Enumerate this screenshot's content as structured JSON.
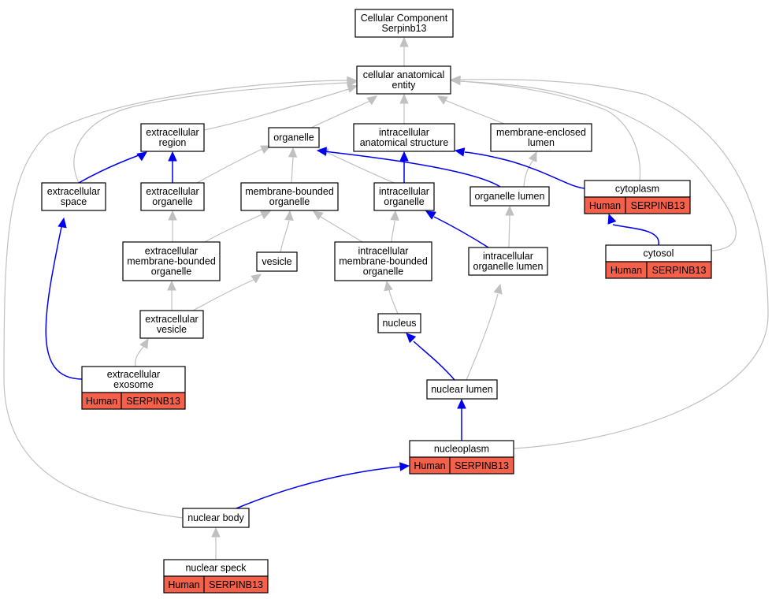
{
  "diagram": {
    "title_lines": [
      "Cellular Component",
      "Serpinb13"
    ],
    "colors": {
      "is_a_edge": "#c0c0c0",
      "part_of_edge": "#0000ee",
      "annotation_fill": "#f4604a",
      "node_fill": "#ffffff",
      "node_border": "#000000"
    },
    "nodes": [
      {
        "id": "root",
        "lines": [
          "Cellular Component",
          "Serpinb13"
        ]
      },
      {
        "id": "cae",
        "lines": [
          "cellular anatomical",
          "entity"
        ]
      },
      {
        "id": "ecr",
        "lines": [
          "extracellular",
          "region"
        ]
      },
      {
        "id": "org",
        "lines": [
          "organelle"
        ]
      },
      {
        "id": "ias",
        "lines": [
          "intracellular",
          "anatomical structure"
        ]
      },
      {
        "id": "mel",
        "lines": [
          "membrane-enclosed",
          "lumen"
        ]
      },
      {
        "id": "ecs",
        "lines": [
          "extracellular",
          "space"
        ]
      },
      {
        "id": "eco",
        "lines": [
          "extracellular",
          "organelle"
        ]
      },
      {
        "id": "mbo",
        "lines": [
          "membrane-bounded",
          "organelle"
        ]
      },
      {
        "id": "ico",
        "lines": [
          "intracellular",
          "organelle"
        ]
      },
      {
        "id": "orl",
        "lines": [
          "organelle lumen"
        ]
      },
      {
        "id": "cyt",
        "lines": [
          "cytoplasm"
        ],
        "annotation": {
          "species": "Human",
          "gene": "SERPINB13"
        }
      },
      {
        "id": "embo",
        "lines": [
          "extracellular",
          "membrane-bounded",
          "organelle"
        ]
      },
      {
        "id": "ves",
        "lines": [
          "vesicle"
        ]
      },
      {
        "id": "imbo",
        "lines": [
          "intracellular",
          "membrane-bounded",
          "organelle"
        ]
      },
      {
        "id": "iol",
        "lines": [
          "intracellular",
          "organelle lumen"
        ]
      },
      {
        "id": "cys",
        "lines": [
          "cytosol"
        ],
        "annotation": {
          "species": "Human",
          "gene": "SERPINB13"
        }
      },
      {
        "id": "ecv",
        "lines": [
          "extracellular",
          "vesicle"
        ]
      },
      {
        "id": "nuc",
        "lines": [
          "nucleus"
        ]
      },
      {
        "id": "exo",
        "lines": [
          "extracellular",
          "exosome"
        ],
        "annotation": {
          "species": "Human",
          "gene": "SERPINB13"
        }
      },
      {
        "id": "nul",
        "lines": [
          "nuclear lumen"
        ]
      },
      {
        "id": "nup",
        "lines": [
          "nucleoplasm"
        ],
        "annotation": {
          "species": "Human",
          "gene": "SERPINB13"
        }
      },
      {
        "id": "nub",
        "lines": [
          "nuclear body"
        ]
      },
      {
        "id": "nus",
        "lines": [
          "nuclear speck"
        ],
        "annotation": {
          "species": "Human",
          "gene": "SERPINB13"
        }
      }
    ],
    "edges": [
      {
        "from": "cae",
        "to": "root",
        "type": "is_a"
      },
      {
        "from": "ecr",
        "to": "cae",
        "type": "is_a"
      },
      {
        "from": "org",
        "to": "cae",
        "type": "is_a"
      },
      {
        "from": "ias",
        "to": "cae",
        "type": "is_a"
      },
      {
        "from": "mel",
        "to": "cae",
        "type": "is_a"
      },
      {
        "from": "ecs",
        "to": "cae",
        "type": "is_a"
      },
      {
        "from": "cyt",
        "to": "cae",
        "type": "is_a"
      },
      {
        "from": "cys",
        "to": "cae",
        "type": "is_a"
      },
      {
        "from": "nup",
        "to": "cae",
        "type": "is_a"
      },
      {
        "from": "nub",
        "to": "cae",
        "type": "is_a"
      },
      {
        "from": "ecs",
        "to": "ecr",
        "type": "part_of"
      },
      {
        "from": "eco",
        "to": "ecr",
        "type": "part_of"
      },
      {
        "from": "eco",
        "to": "org",
        "type": "is_a"
      },
      {
        "from": "mbo",
        "to": "org",
        "type": "is_a"
      },
      {
        "from": "ico",
        "to": "org",
        "type": "is_a"
      },
      {
        "from": "ico",
        "to": "ias",
        "type": "part_of"
      },
      {
        "from": "orl",
        "to": "org",
        "type": "part_of"
      },
      {
        "from": "orl",
        "to": "mel",
        "type": "is_a"
      },
      {
        "from": "cyt",
        "to": "ias",
        "type": "part_of"
      },
      {
        "from": "embo",
        "to": "eco",
        "type": "is_a"
      },
      {
        "from": "embo",
        "to": "mbo",
        "type": "is_a"
      },
      {
        "from": "ves",
        "to": "mbo",
        "type": "is_a"
      },
      {
        "from": "imbo",
        "to": "mbo",
        "type": "is_a"
      },
      {
        "from": "imbo",
        "to": "ico",
        "type": "is_a"
      },
      {
        "from": "iol",
        "to": "ico",
        "type": "part_of"
      },
      {
        "from": "iol",
        "to": "orl",
        "type": "is_a"
      },
      {
        "from": "cys",
        "to": "cyt",
        "type": "part_of"
      },
      {
        "from": "ecv",
        "to": "embo",
        "type": "is_a"
      },
      {
        "from": "ecv",
        "to": "ves",
        "type": "is_a"
      },
      {
        "from": "nuc",
        "to": "imbo",
        "type": "is_a"
      },
      {
        "from": "exo",
        "to": "ecv",
        "type": "is_a"
      },
      {
        "from": "exo",
        "to": "ecs",
        "type": "part_of"
      },
      {
        "from": "nul",
        "to": "nuc",
        "type": "part_of"
      },
      {
        "from": "nul",
        "to": "iol",
        "type": "is_a"
      },
      {
        "from": "nup",
        "to": "nul",
        "type": "part_of"
      },
      {
        "from": "nub",
        "to": "nup",
        "type": "part_of"
      },
      {
        "from": "nus",
        "to": "nub",
        "type": "is_a"
      }
    ]
  }
}
